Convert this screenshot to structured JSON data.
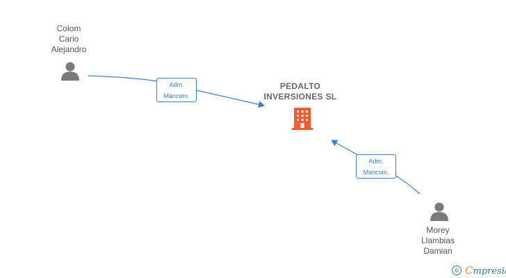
{
  "company": {
    "name": "PEDALTO\nINVERSIONES SL",
    "icon": "building-icon",
    "color": "#ff5a2d"
  },
  "people": [
    {
      "id": "person-colom",
      "name": "Colom\nCario\nAlejandro",
      "icon": "person-icon"
    },
    {
      "id": "person-morey",
      "name": "Morey\nLlambias\nDamian",
      "icon": "person-icon"
    }
  ],
  "relations": [
    {
      "id": "rel-colom",
      "from": "person-colom",
      "to": "company",
      "label": "Adm.\nMancom."
    },
    {
      "id": "rel-morey",
      "from": "person-morey",
      "to": "company",
      "label": "Adm.\nMancom."
    }
  ],
  "colors": {
    "edge": "#3a80d2",
    "person": "#7a7a7a",
    "text": "#555555"
  },
  "watermark": {
    "copyright_symbol": "©",
    "brand_first": "C",
    "brand_rest": "mpresia"
  }
}
